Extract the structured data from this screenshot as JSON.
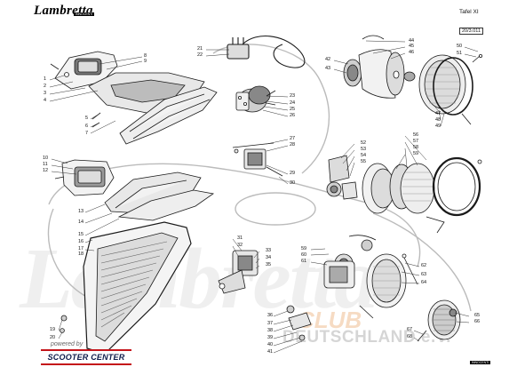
{
  "header": {
    "brand": "Lambretta",
    "brand_sub": "INNOCENTI",
    "plate_title": "Tafel XI",
    "plate_ref": "20/3.011"
  },
  "footer": {
    "powered_by": "powered by",
    "dealer": "SCOOTER CENTER",
    "badge": "INNOCENTI"
  },
  "watermark": {
    "main": "Lambretta",
    "club": "CLUB",
    "line2": "DEUTSCHLAND e.V."
  },
  "colors": {
    "ink": "#1a1a1a",
    "dealer_red": "#c4141a",
    "dealer_navy": "#0d1b4a",
    "club_orange": "#e2822a"
  },
  "callouts": [
    "1",
    "2",
    "3",
    "4",
    "5",
    "6",
    "7",
    "8",
    "9",
    "10",
    "11",
    "12",
    "13",
    "14",
    "15",
    "16",
    "17",
    "18",
    "19",
    "20",
    "21",
    "22",
    "23",
    "24",
    "25",
    "26",
    "27",
    "28",
    "29",
    "30",
    "31",
    "32",
    "33",
    "34",
    "35",
    "36",
    "37",
    "38",
    "39",
    "40",
    "41",
    "42",
    "43",
    "44",
    "45",
    "46",
    "47",
    "48",
    "49",
    "50",
    "51",
    "52",
    "53",
    "54",
    "55",
    "56",
    "57",
    "58",
    "59",
    "60",
    "61",
    "62",
    "63",
    "64",
    "65",
    "66",
    "67",
    "68"
  ]
}
